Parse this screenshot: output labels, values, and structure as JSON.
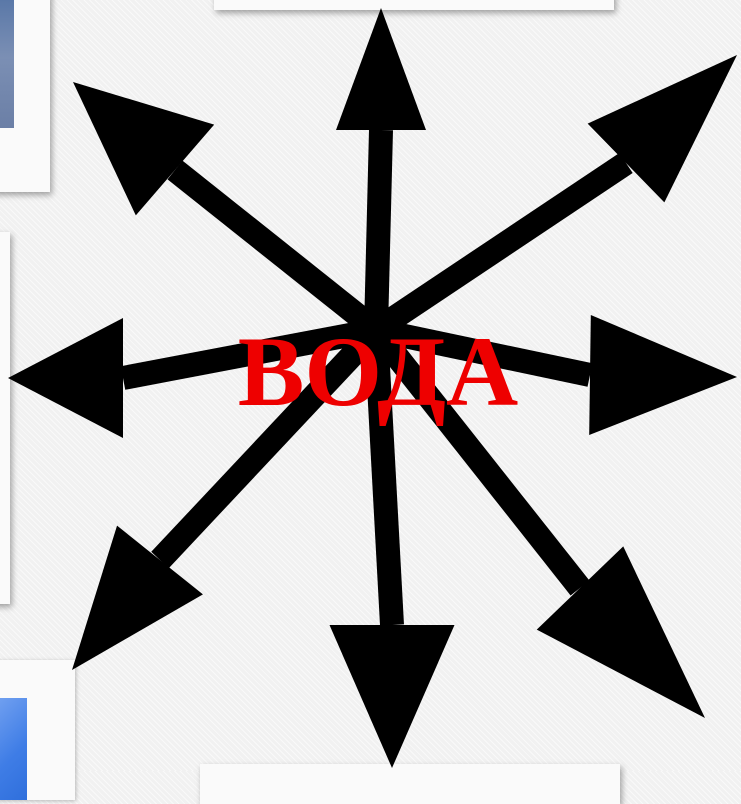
{
  "diagram": {
    "center_label": "ВОДА",
    "arrow_count": 8,
    "arrow_directions": [
      "up",
      "up-right",
      "right",
      "down-right",
      "down",
      "down-left",
      "left",
      "up-left"
    ],
    "colors": {
      "arrows": "#000000",
      "label": "#ee0000",
      "background": "#f1f1f1"
    }
  }
}
